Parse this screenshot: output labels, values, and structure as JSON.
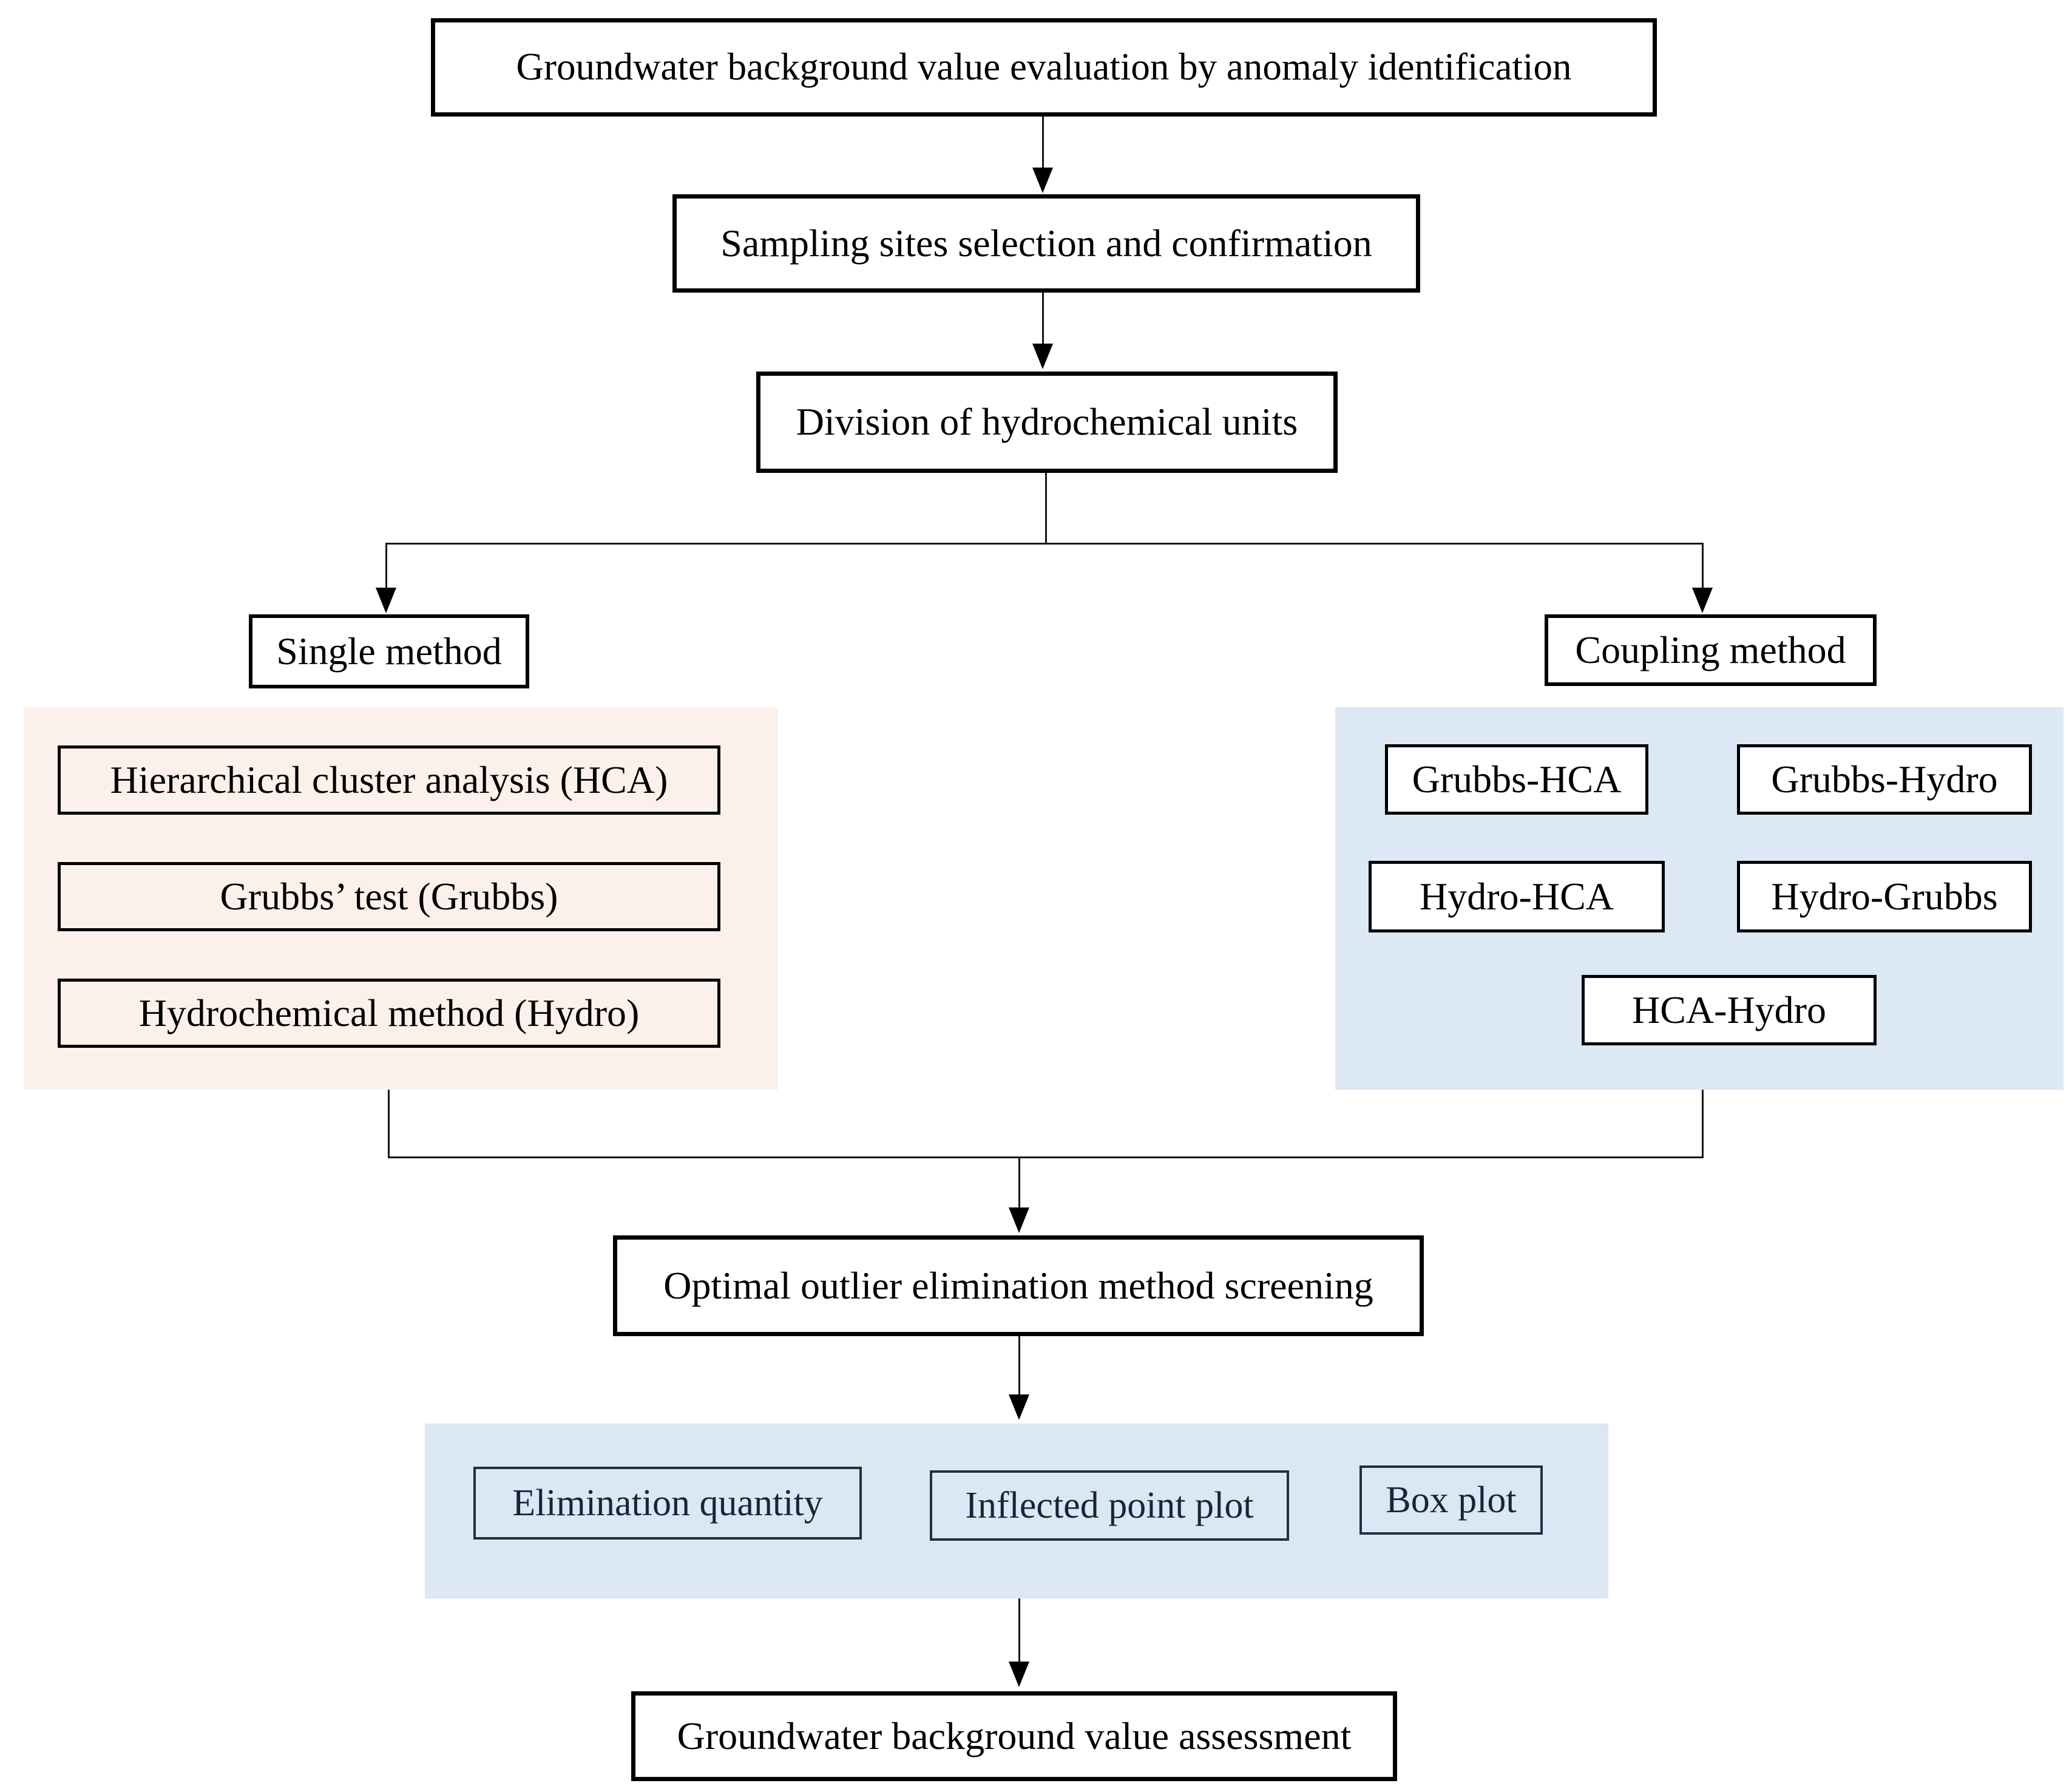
{
  "figure": {
    "type": "flowchart",
    "description": "Groundwater background value evaluation workflow"
  },
  "nodes": {
    "top": "Groundwater background value evaluation by anomaly identification",
    "sampling": "Sampling sites selection and confirmation",
    "division": "Division of hydrochemical units",
    "single_method": "Single method",
    "coupling_method": "Coupling method",
    "hca": "Hierarchical cluster analysis (HCA)",
    "grubbs": "Grubbs’ test (Grubbs)",
    "hydro": "Hydrochemical method (Hydro)",
    "grubbs_hca": "Grubbs-HCA",
    "grubbs_hydro": "Grubbs-Hydro",
    "hydro_hca": "Hydro-HCA",
    "hydro_grubbs": "Hydro-Grubbs",
    "hca_hydro": "HCA-Hydro",
    "optimal": "Optimal outlier elimination method screening",
    "elimination_quantity": "Elimination quantity",
    "inflected_point_plot": "Inflected point plot",
    "box_plot": "Box plot",
    "assessment": "Groundwater background value assessment"
  },
  "edges": [
    {
      "from": "top",
      "to": "sampling"
    },
    {
      "from": "sampling",
      "to": "division"
    },
    {
      "from": "division",
      "to": "single_method"
    },
    {
      "from": "division",
      "to": "coupling_method"
    },
    {
      "from": "single_method_panel",
      "to": "optimal"
    },
    {
      "from": "coupling_method_panel",
      "to": "optimal"
    },
    {
      "from": "optimal",
      "to": "screening_panel"
    },
    {
      "from": "screening_panel",
      "to": "assessment"
    }
  ],
  "colors": {
    "single_panel_bg": "#fcf1ea",
    "coupling_panel_bg": "#dce8f4",
    "screening_panel_bg": "#dbe7f3",
    "node_bg": "#ffffff",
    "node_border": "#000000",
    "screening_box_border": "#1f3044",
    "screening_box_text": "#16263a",
    "line": "#161616"
  }
}
